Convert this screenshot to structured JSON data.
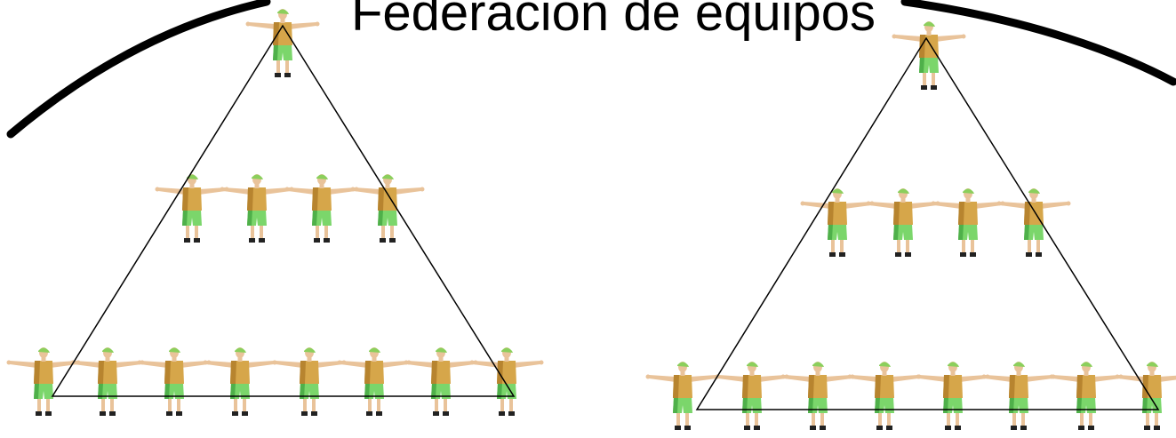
{
  "title": "Federación de equipos",
  "colors": {
    "background": "#ffffff",
    "arc": "#000000",
    "triangle": "#000000",
    "shirt": "#d6a64a",
    "shirt_shadow": "#b7842f",
    "shorts": "#7bd66b",
    "shorts_shadow": "#4fb04a",
    "cap": "#8bcf5c",
    "skin": "#e9c39a",
    "shoes": "#222222"
  },
  "icons": {
    "figure": "person-figure-icon"
  },
  "pyramids": [
    {
      "name": "left",
      "levels": [
        {
          "count": 1
        },
        {
          "count": 4
        },
        {
          "count": 8
        }
      ]
    },
    {
      "name": "right",
      "levels": [
        {
          "count": 1
        },
        {
          "count": 4
        },
        {
          "count": 8
        }
      ]
    }
  ]
}
